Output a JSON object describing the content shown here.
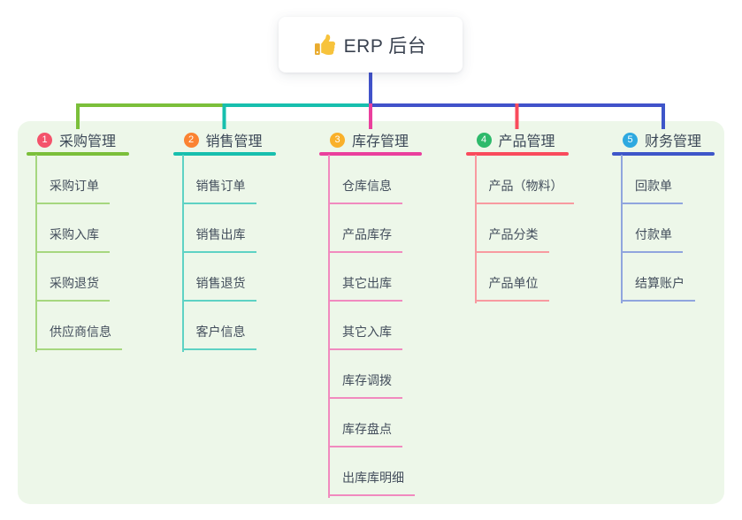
{
  "root": {
    "label": "ERP 后台",
    "icon": "thumbs-up-icon",
    "icon_color": "#f7c33c",
    "icon_cuff_color": "#e9ab2e",
    "text_color": "#39414f"
  },
  "connector": {
    "root_line_color": "#4152ca"
  },
  "panel": {
    "background": "#edf7e9"
  },
  "branches": [
    {
      "number": "1",
      "label": "采购管理",
      "badge_color": "#f4536b",
      "line_color": "#7bbf3a",
      "light_line_color": "#a6d77f",
      "items": [
        "采购订单",
        "采购入库",
        "采购退货",
        "供应商信息"
      ]
    },
    {
      "number": "2",
      "label": "销售管理",
      "badge_color": "#fb8332",
      "line_color": "#17bfae",
      "light_line_color": "#5ed2c4",
      "items": [
        "销售订单",
        "销售出库",
        "销售退货",
        "客户信息"
      ]
    },
    {
      "number": "3",
      "label": "库存管理",
      "badge_color": "#f9b02a",
      "line_color": "#ea3f9d",
      "light_line_color": "#f18abf",
      "items": [
        "仓库信息",
        "产品库存",
        "其它出库",
        "其它入库",
        "库存调拨",
        "库存盘点",
        "出库库明细"
      ]
    },
    {
      "number": "4",
      "label": "产品管理",
      "badge_color": "#2eba6b",
      "line_color": "#f94b5c",
      "light_line_color": "#f89aa0",
      "items": [
        "产品（物料）",
        "产品分类",
        "产品单位"
      ]
    },
    {
      "number": "5",
      "label": "财务管理",
      "badge_color": "#2ea9e0",
      "line_color": "#3e56c9",
      "light_line_color": "#90a5de",
      "items": [
        "回款单",
        "付款单",
        "结算账户"
      ]
    }
  ]
}
